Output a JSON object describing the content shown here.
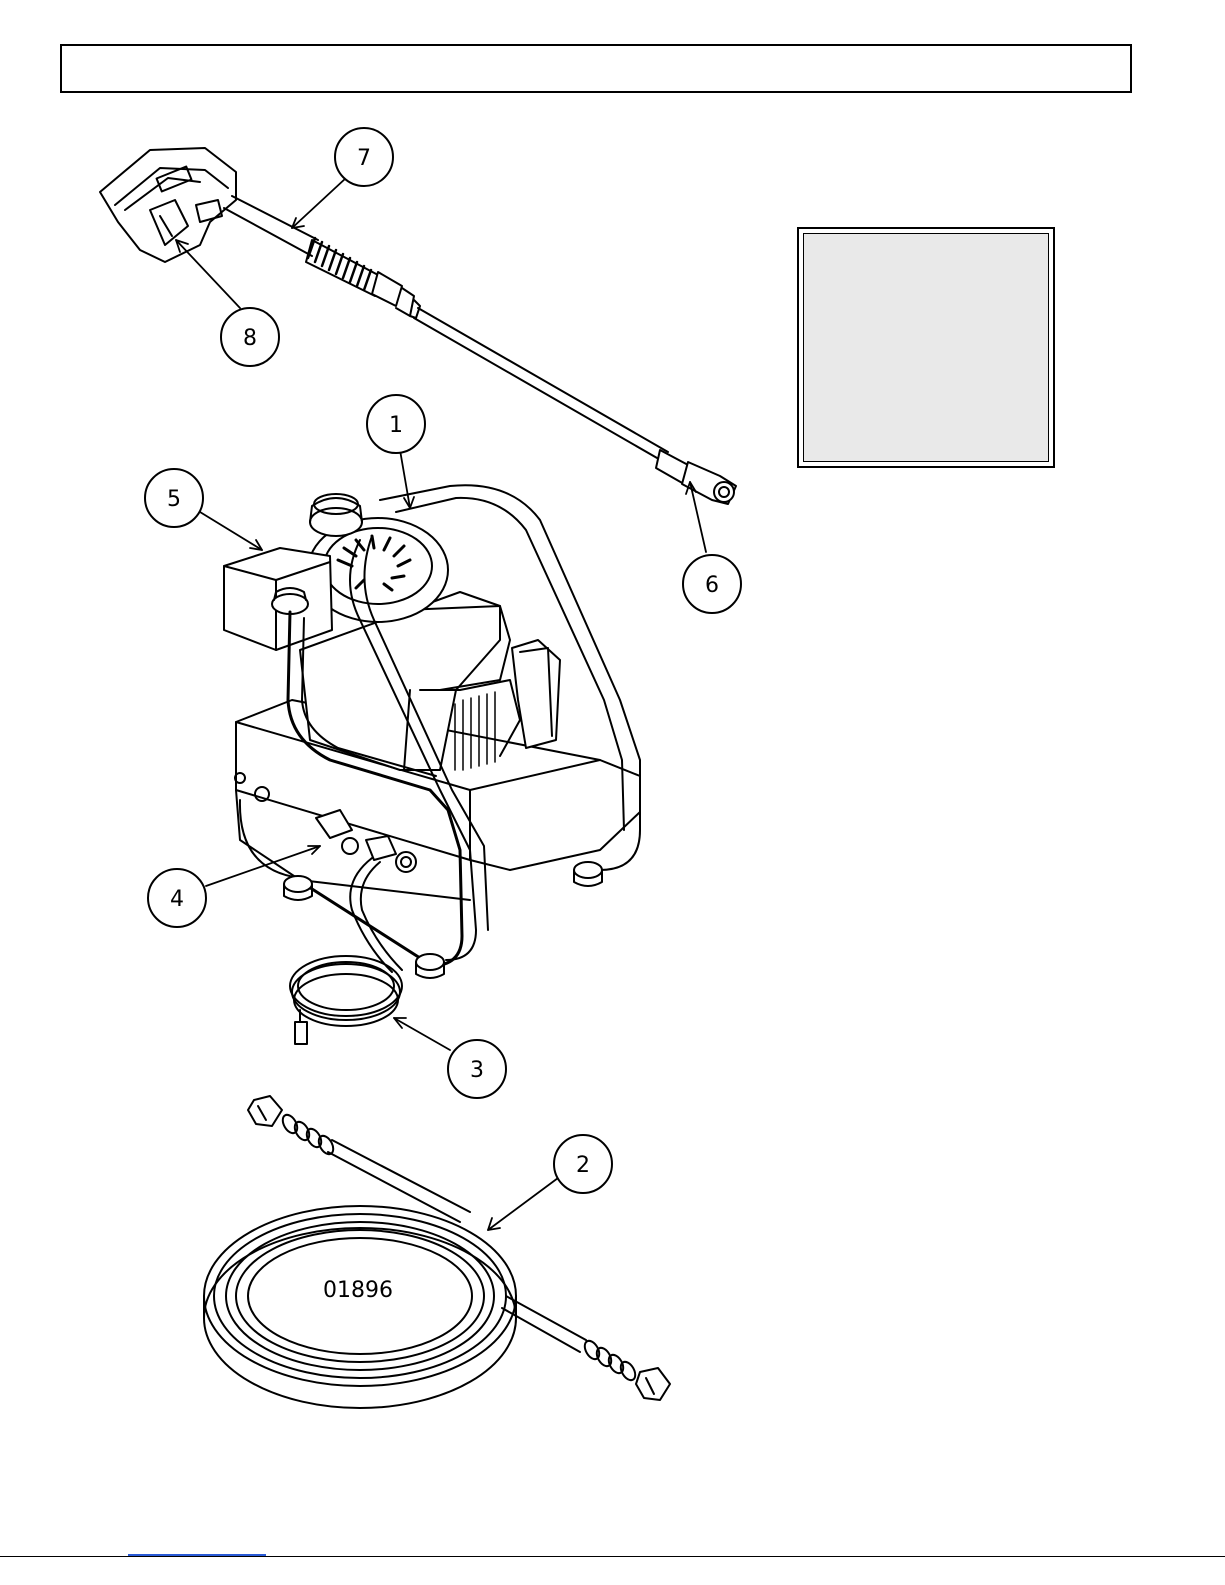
{
  "callouts": [
    {
      "id": "callout-1",
      "label": "1"
    },
    {
      "id": "callout-2",
      "label": "2"
    },
    {
      "id": "callout-3",
      "label": "3"
    },
    {
      "id": "callout-4",
      "label": "4"
    },
    {
      "id": "callout-5",
      "label": "5"
    },
    {
      "id": "callout-6",
      "label": "6"
    },
    {
      "id": "callout-7",
      "label": "7"
    },
    {
      "id": "callout-8",
      "label": "8"
    }
  ],
  "drawing_number": "01896",
  "colors": {
    "line": "#000000",
    "info_box_fill": "#e9e9e9",
    "link": "#2a5bd7"
  }
}
